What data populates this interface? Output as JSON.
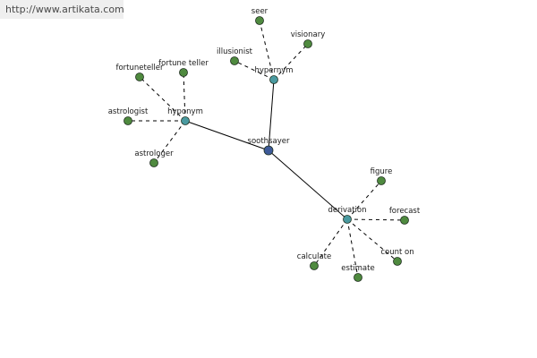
{
  "site": {
    "url": "http://www.artikata.com"
  },
  "graph": {
    "center": "soothsayer",
    "groups": [
      {
        "key": "hypernym",
        "label": "hypernym"
      },
      {
        "key": "hyponym",
        "label": "hyponym"
      },
      {
        "key": "derivation",
        "label": "derivation"
      }
    ],
    "terms": {
      "hypernym": [
        "seer",
        "visionary",
        "illusionist"
      ],
      "hyponym": [
        "fortuneteller",
        "fortune teller",
        "astrologist",
        "astrologer"
      ],
      "derivation": [
        "figure",
        "forecast",
        "count on",
        "estimate",
        "calculate"
      ]
    }
  },
  "colors": {
    "center_node": "#3d5a99",
    "group_node": "#4a9aa0",
    "leaf_node": "#4f8a3f",
    "edge": "#000000"
  }
}
